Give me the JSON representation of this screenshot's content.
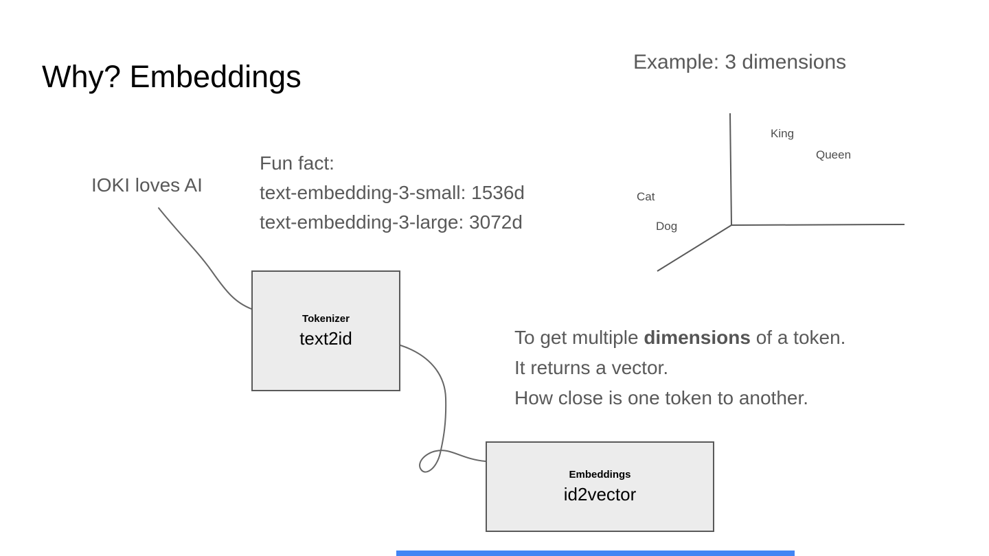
{
  "slide": {
    "title": "Why? Embeddings",
    "example_heading": "Example: 3 dimensions",
    "ioki_label": "IOKI loves AI",
    "fun_fact": [
      "Fun fact:",
      "text-embedding-3-small: 1536d",
      "text-embedding-3-large: 3072d"
    ],
    "axis_labels": {
      "king": "King",
      "queen": "Queen",
      "cat": "Cat",
      "dog": "Dog"
    },
    "tokenizer_box": {
      "label": "Tokenizer",
      "sublabel": "text2id"
    },
    "embeddings_box": {
      "label": "Embeddings",
      "sublabel": "id2vector"
    },
    "description": {
      "line1_prefix": "To get multiple ",
      "line1_bold": "dimensions",
      "line1_suffix": " of a token.",
      "line2": "It returns a vector.",
      "line3": "How close is one token to another."
    },
    "colors": {
      "title_black": "#000000",
      "text_gray": "#595959",
      "box_fill": "#ececec",
      "box_border": "#595959",
      "line_stroke": "#595959",
      "bottom_bar_blue": "#4285f4"
    }
  }
}
